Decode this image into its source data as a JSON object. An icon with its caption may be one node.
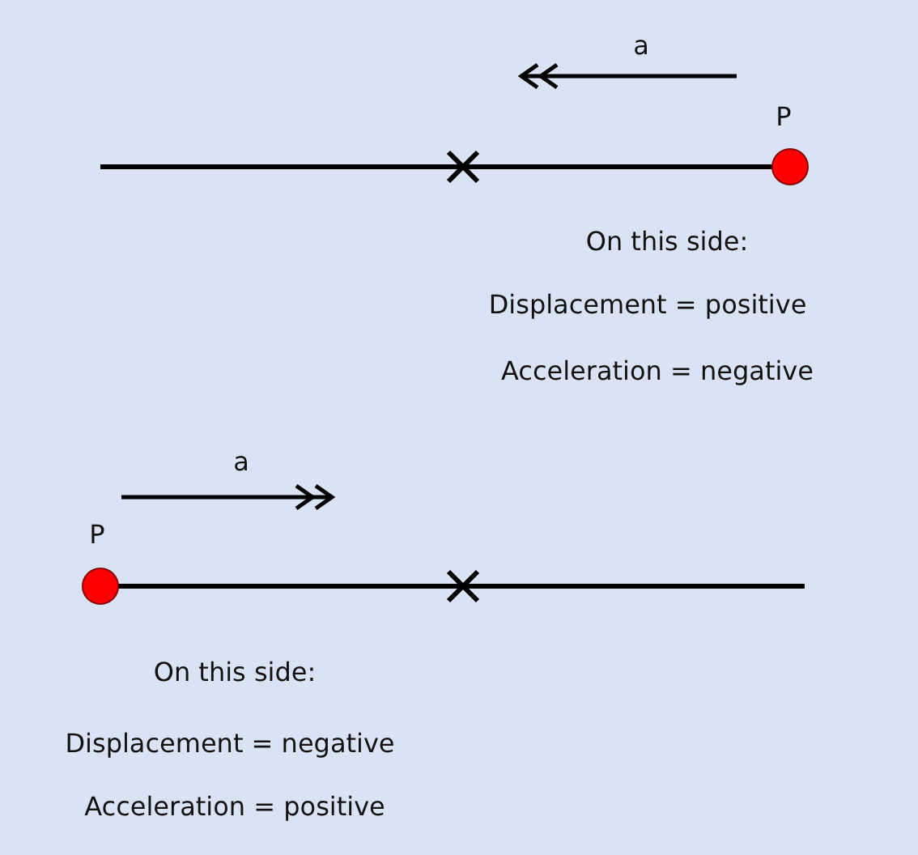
{
  "diagram": {
    "labels": [
      "a",
      "P",
      "On this side:",
      "Displacement = positive",
      "Acceleration = negative",
      "a",
      "P",
      "On this side:",
      "Displacement = negative",
      "Acceleration = positive"
    ]
  }
}
